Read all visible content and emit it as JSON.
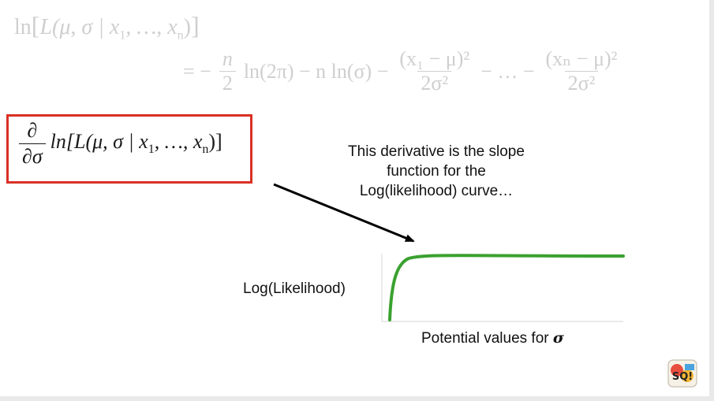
{
  "equation": {
    "line1": {
      "ln": "ln",
      "lbr": "[",
      "L": "L",
      "args": "(μ, σ | x",
      "sub1": "1",
      "dots": ",  …, x",
      "subn": "n",
      "close": ")",
      "rbr": "]"
    },
    "line2": {
      "eq": "= −",
      "frac1_num": "n",
      "frac1_den": "2",
      "term1": "ln(2π) − n ln(σ) −",
      "frac2_num": "(x₁ − μ)²",
      "frac2_den": "2σ²",
      "mid": "− … −",
      "frac3_num": "(xₙ − μ)²",
      "frac3_den": "2σ²"
    }
  },
  "derivative": {
    "num": "∂",
    "den": "∂σ",
    "expr": "ln[L(μ, σ | x",
    "sub1": "1",
    "dots": ",  …, x",
    "subn": "n",
    "close": ")]"
  },
  "annotation": {
    "line1": "This derivative is the slope",
    "line2": "function for the",
    "line3": "Log(likelihood) curve…"
  },
  "plot": {
    "ylabel": "Log(Likelihood)",
    "xlabel_text": "Potential values for ",
    "xlabel_symbol": "σ",
    "curve_color": "#3aa12f"
  },
  "colors": {
    "highlight_box": "#d93025",
    "faded_text": "#cfcfcf"
  },
  "logo": {
    "text": "SQ!"
  }
}
